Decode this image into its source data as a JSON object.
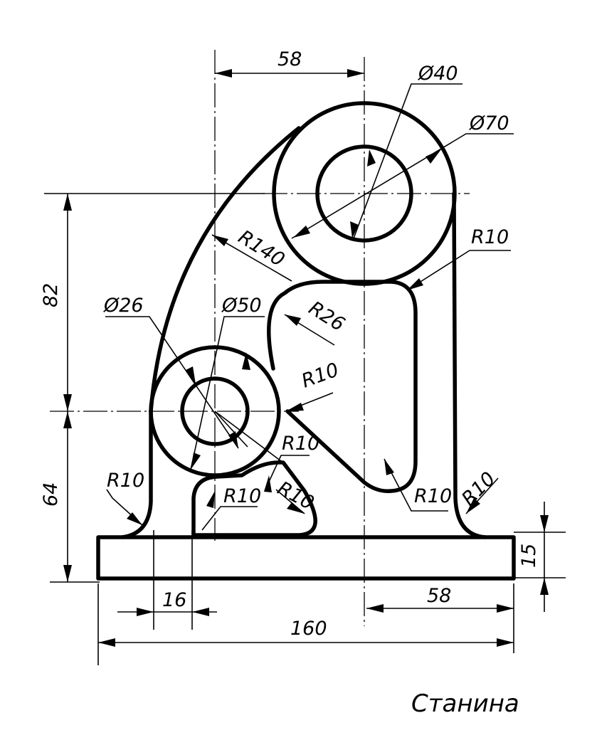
{
  "dimensions": {
    "top_offset": "58",
    "big_bore": "Ø40",
    "big_boss": "Ø70",
    "vertical_span": "82",
    "lower_height": "64",
    "arc_radius": "R140",
    "inner_radius": "R26",
    "right_slot_radius": "R10",
    "small_bore": "Ø26",
    "small_boss": "Ø50",
    "fillet_boss": "R10",
    "fillet_left_base": "R10",
    "fillet_pocket_left": "R10",
    "fillet_pocket_top": "R10",
    "fillet_pocket_right": "R10",
    "fillet_slot_bottom": "R10",
    "fillet_right_base": "R10",
    "base_thickness": "15",
    "web_width": "16",
    "right_offset": "58",
    "overall_width": "160"
  },
  "title": "Станина"
}
